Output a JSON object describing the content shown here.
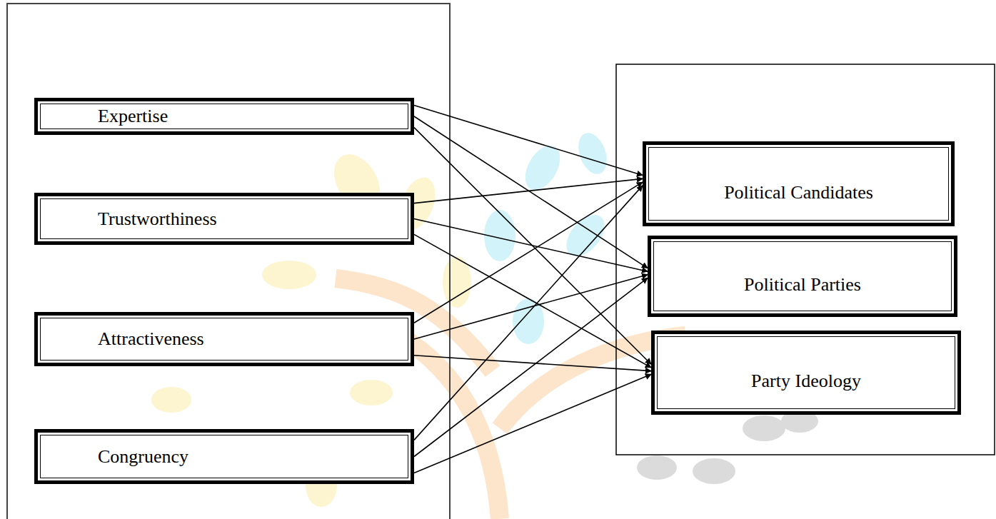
{
  "diagram": {
    "nodes": [
      {
        "text": [
          "Expertise"
        ]
      },
      {
        "text": [
          "Trustworthiness"
        ]
      },
      {
        "text": [
          "Attractiveness"
        ]
      },
      {
        "text": [
          "Congruency"
        ]
      },
      {
        "text": [
          "Political Candidates"
        ]
      },
      {
        "text": [
          "Political Parties"
        ]
      },
      {
        "text": [
          "Party Ideology"
        ]
      }
    ],
    "edges": [
      {
        "from": 0,
        "to": 4,
        "arrow": "to"
      },
      {
        "from": 0,
        "to": 5,
        "arrow": "to"
      },
      {
        "from": 0,
        "to": 6,
        "arrow": "to"
      },
      {
        "from": 1,
        "to": 4,
        "arrow": "to"
      },
      {
        "from": 1,
        "to": 5,
        "arrow": "to"
      },
      {
        "from": 1,
        "to": 6,
        "arrow": "to"
      },
      {
        "from": 2,
        "to": 4,
        "arrow": "to"
      },
      {
        "from": 2,
        "to": 5,
        "arrow": "to"
      },
      {
        "from": 2,
        "to": 6,
        "arrow": "to"
      },
      {
        "from": 3,
        "to": 4,
        "arrow": "to"
      },
      {
        "from": 3,
        "to": 5,
        "arrow": "to"
      },
      {
        "from": 3,
        "to": 6,
        "arrow": "to"
      }
    ]
  }
}
